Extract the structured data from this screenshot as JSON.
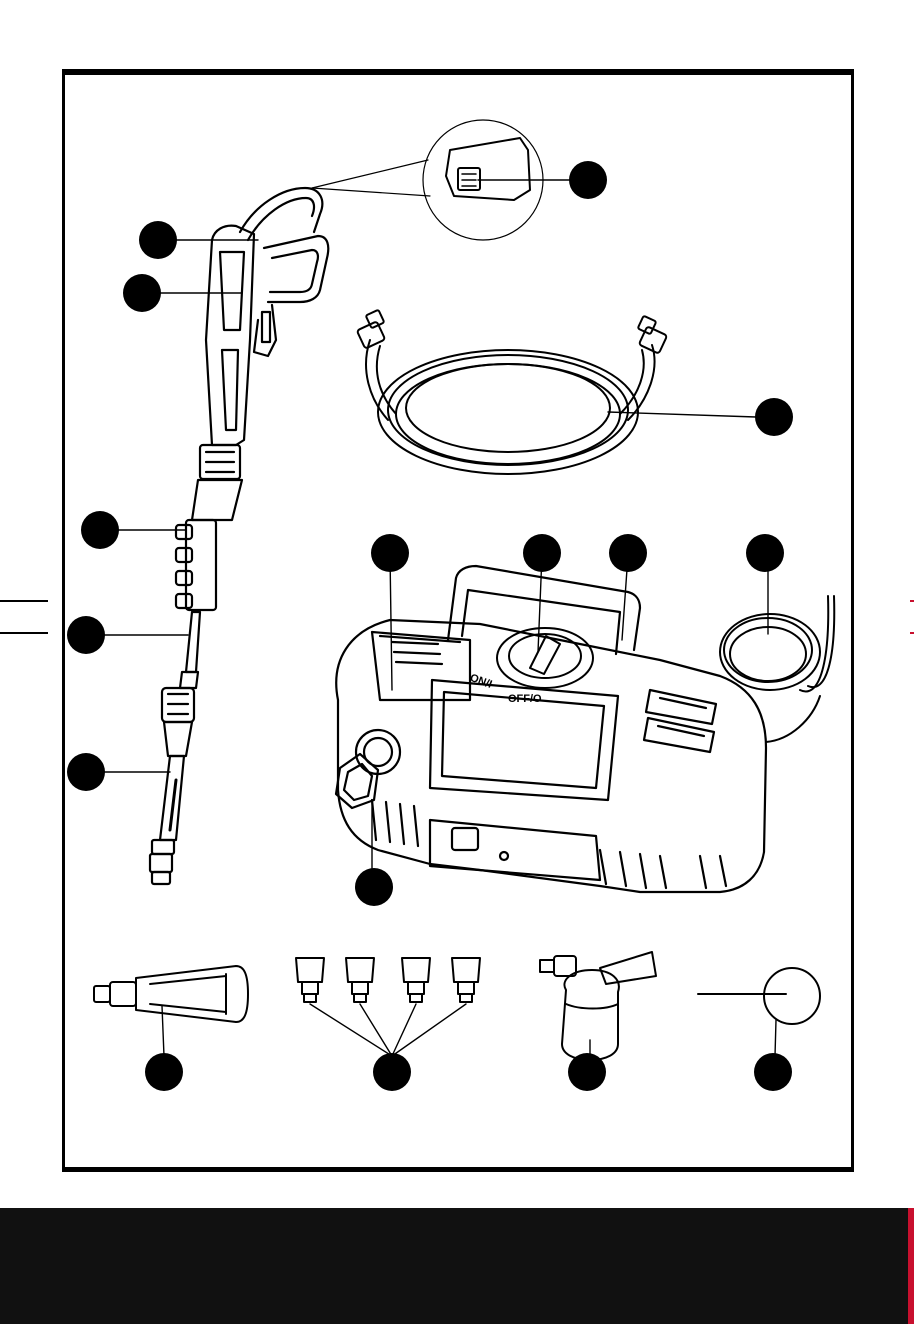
{
  "dial": {
    "label_on": "ON/I",
    "label_off": "OFF/O"
  },
  "callouts": [
    {
      "id": "trigger-lock"
    },
    {
      "id": "gun-trigger"
    },
    {
      "id": "gun-handle"
    },
    {
      "id": "hose"
    },
    {
      "id": "nozzle-adjuster"
    },
    {
      "id": "lance-upper"
    },
    {
      "id": "lance-lower"
    },
    {
      "id": "carry-handle"
    },
    {
      "id": "power-switch"
    },
    {
      "id": "hose-holder"
    },
    {
      "id": "power-cord"
    },
    {
      "id": "water-inlet"
    },
    {
      "id": "turbo-nozzle"
    },
    {
      "id": "quick-connect-nozzles"
    },
    {
      "id": "foam-bottle"
    },
    {
      "id": "cleaning-needle"
    }
  ],
  "colors": {
    "ink": "#000000",
    "footer": "#111111",
    "accent": "#c8102e"
  }
}
